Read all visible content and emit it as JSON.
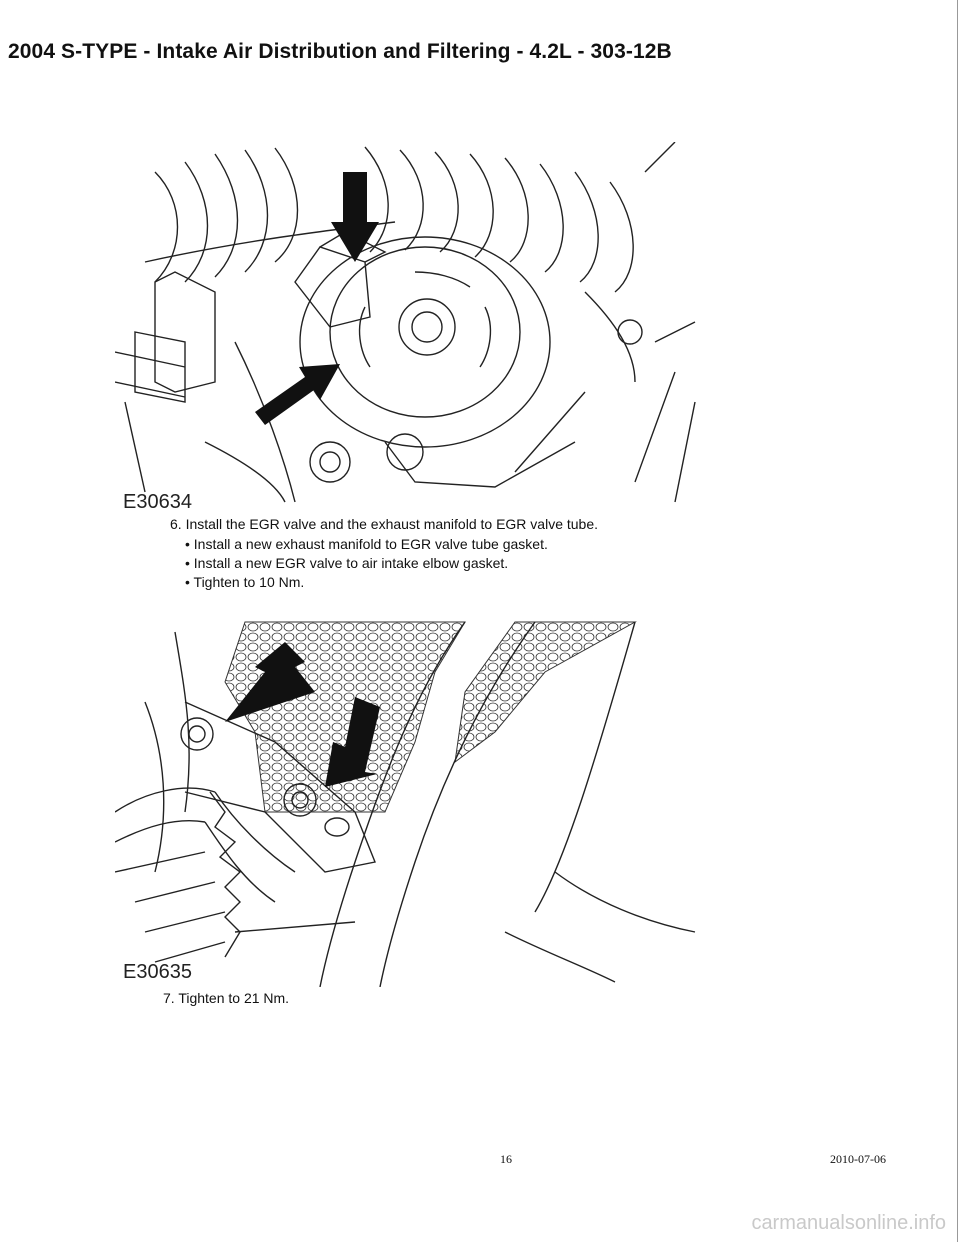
{
  "header": {
    "title": "2004 S-TYPE - Intake Air Distribution and Filtering - 4.2L - 303-12B"
  },
  "figures": [
    {
      "label": "E30634",
      "icon": "egr-valve-illustration"
    },
    {
      "label": "E30635",
      "icon": "egr-tube-bolts-illustration"
    }
  ],
  "steps": {
    "step6": {
      "text": "6. Install the EGR valve and the exhaust manifold to EGR valve tube.",
      "bullets": [
        "• Install a new exhaust manifold to EGR valve tube gasket.",
        "• Install a new EGR valve to air intake elbow gasket.",
        "• Tighten to 10 Nm."
      ]
    },
    "step7": {
      "text": "7. Tighten to 21 Nm."
    }
  },
  "footer": {
    "page_number": "16",
    "date": "2010-07-06"
  },
  "watermark": "carmanualsonline.info"
}
